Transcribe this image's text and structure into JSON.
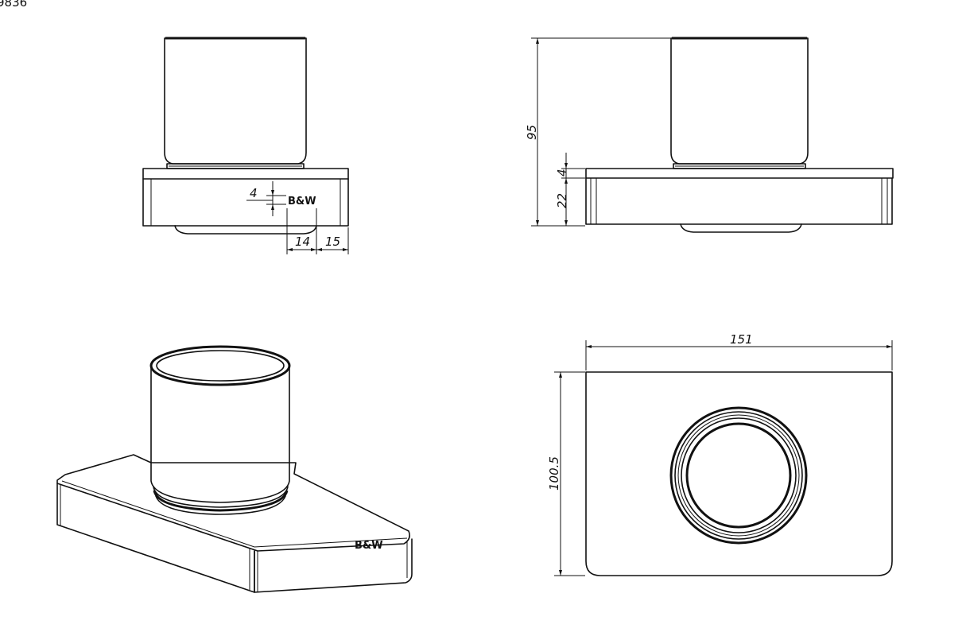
{
  "sheet": {
    "corner_label": "9836"
  },
  "front_view": {
    "logo": "B&W",
    "dims": {
      "logo_height": "4",
      "logo_offset": "14",
      "edge_offset": "15"
    }
  },
  "side_view": {
    "dims": {
      "total_height": "95",
      "plate_thickness": "4",
      "base_height": "22"
    }
  },
  "iso_view": {
    "logo": "B&W"
  },
  "top_view": {
    "dims": {
      "width": "151",
      "depth": "100.5"
    }
  }
}
